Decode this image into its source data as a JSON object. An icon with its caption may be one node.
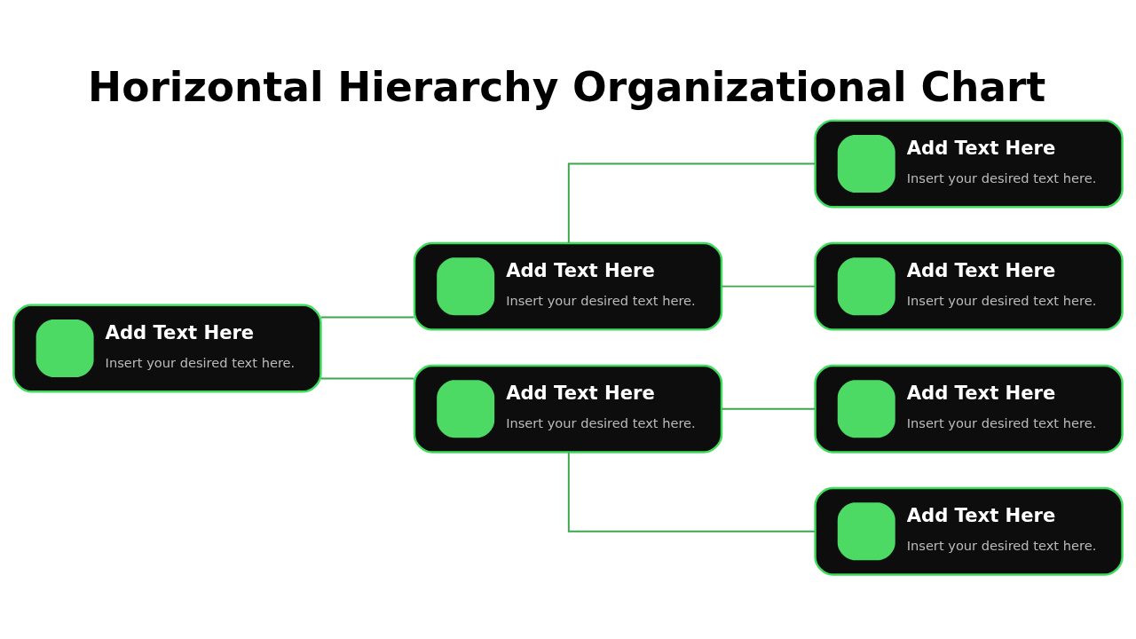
{
  "diagram": {
    "title": "Horizontal Hierarchy Organizational Chart",
    "nodes": [
      {
        "text": [
          "Add Text Here",
          "Insert your desired text here."
        ]
      },
      {
        "text": [
          "Add Text Here",
          "Insert your desired text here."
        ]
      },
      {
        "text": [
          "Add Text Here",
          "Insert your desired text here."
        ]
      },
      {
        "text": [
          "Add Text Here",
          "Insert your desired text here."
        ]
      },
      {
        "text": [
          "Add Text Here",
          "Insert your desired text here."
        ]
      },
      {
        "text": [
          "Add Text Here",
          "Insert your desired text here."
        ]
      },
      {
        "text": [
          "Add Text Here",
          "Insert your desired text here."
        ]
      }
    ],
    "edges": [
      {
        "from": 0,
        "to": 1,
        "arrow": "none"
      },
      {
        "from": 0,
        "to": 4,
        "arrow": "none"
      },
      {
        "from": 1,
        "to": 2,
        "arrow": "none"
      },
      {
        "from": 1,
        "to": 3,
        "arrow": "none"
      },
      {
        "from": 4,
        "to": 5,
        "arrow": "none"
      },
      {
        "from": 4,
        "to": 6,
        "arrow": "none"
      }
    ]
  }
}
